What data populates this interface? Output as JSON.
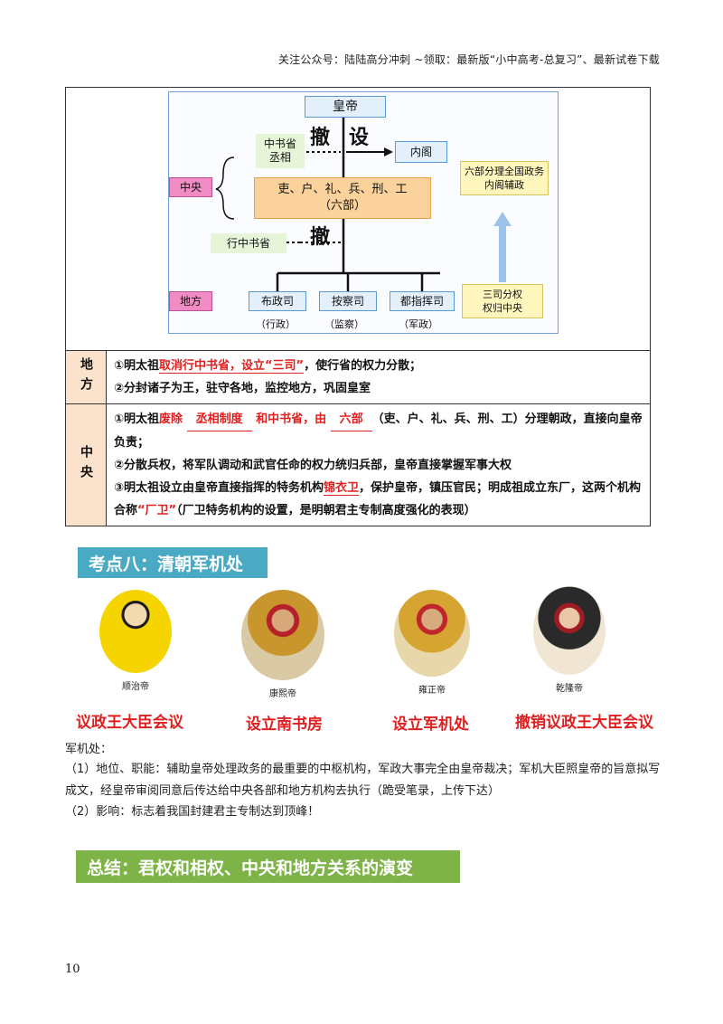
{
  "header": {
    "text": "关注公众号：陆陆高分冲刺  ~领取：最新版“小中高考-总复习”、最新试卷下载"
  },
  "diagram": {
    "emperor": "皇帝",
    "abolish_top": "撤",
    "set_top": "设",
    "zhongshu": "中书省\n丞相",
    "neige": "内阁",
    "central": "中央",
    "six_ministries": "吏、户、礼、兵、刑、工\n（六部）",
    "six_manage": "六部分理全国政务\n内阁辅政",
    "abolish_bottom": "撤",
    "xingzhong": "行中书省",
    "local": "地方",
    "buzheng": "布政司",
    "ancha": "按察司",
    "duzhihui": "都指挥司",
    "sansi": "三司分权\n权归中央",
    "p1": "（行政）",
    "p2": "（监察）",
    "p3": "（军政）"
  },
  "table": {
    "local_label": "地方",
    "local_l1_a": "①明太祖",
    "local_l1_red": "取消行中书省，设立“三司”",
    "local_l1_b": "，使行省的权力分散；",
    "local_l2": "②分封诸子为王，驻守各地，监控地方，巩固皇室",
    "central_label": "中央",
    "c1_a": "①明太祖",
    "c1_red1": "废除",
    "c1_blank1": "丞相制度",
    "c1_red2": "和中书省，由",
    "c1_blank2": "六部",
    "c1_b": "（吏、户、礼、兵、刑、工）分理朝政，直接向皇帝负责；",
    "c2": "②分散兵权，将军队调动和武官任命的权力统归兵部，皇帝直接掌握军事大权",
    "c3_a": "③明太祖设立由皇帝直接指挥的特务机构",
    "c3_red": "锦衣卫",
    "c3_b": "，保护皇帝，镇压官民；明成祖成立东厂，这两个机构合称",
    "c3_red2": "“厂卫”",
    "c3_c": "（厂卫特务机构的设置，是明朝君主专制高度强化的表现）"
  },
  "section8": {
    "title": "考点八：清朝军机处"
  },
  "emperors": [
    {
      "name": "顺治帝",
      "action": "议政王大臣会议"
    },
    {
      "name": "康熙帝",
      "action": "设立南书房"
    },
    {
      "name": "雍正帝",
      "action": "设立军机处"
    },
    {
      "name": "乾隆帝",
      "action": "撤销议政王大臣会议"
    }
  ],
  "junjichu": {
    "heading": "军机处：",
    "p1": "（1）地位、职能：辅助皇帝处理政务的最重要的中枢机构，军政大事完全由皇帝裁决；军机大臣照皇帝的旨意拟写成文，经皇帝审阅同意后传达给中央各部和地方机构去执行（跪受笔录，上传下达）",
    "p2": "（2）影响：标志着我国封建君主专制达到顶峰！"
  },
  "summary": {
    "title": "总结：君权和相权、中央和地方关系的演变"
  },
  "page_number": "10",
  "colors": {
    "section_teal": "#4aaac3",
    "summary_green": "#7db347",
    "accent_red": "#e02020"
  }
}
